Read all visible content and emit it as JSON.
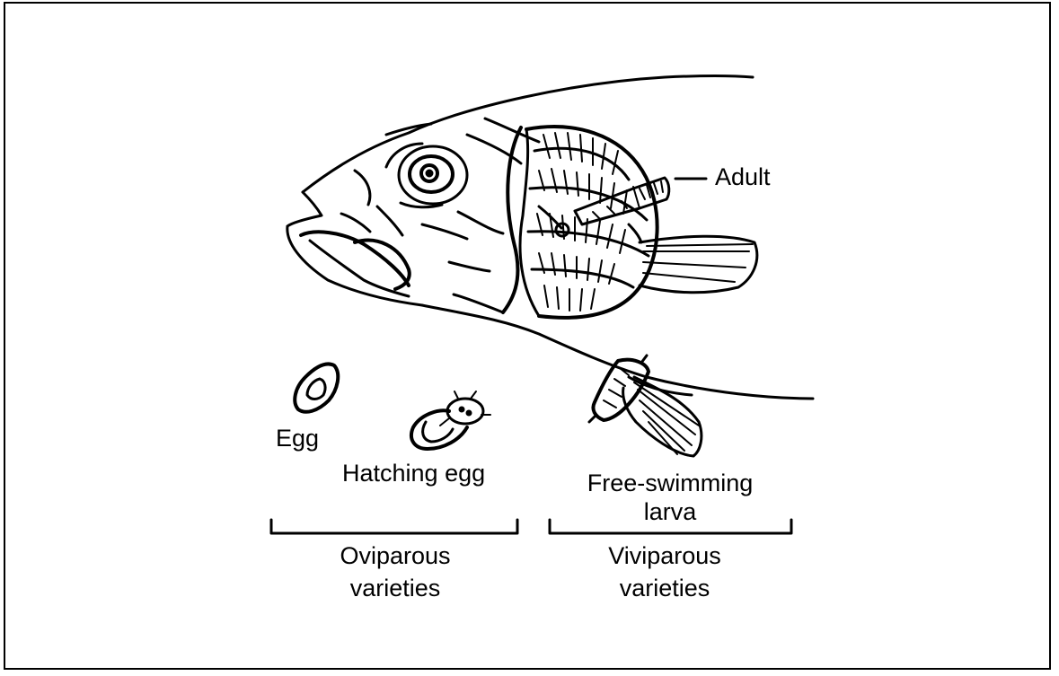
{
  "labels": {
    "adult": "Adult",
    "egg": "Egg",
    "hatching_egg": "Hatching egg",
    "free_swimming_larva_line1": "Free-swimming",
    "free_swimming_larva_line2": "larva",
    "oviparous_line1": "Oviparous",
    "oviparous_line2": "varieties",
    "viviparous_line1": "Viviparous",
    "viviparous_line2": "varieties"
  },
  "colors": {
    "ink": "#000000",
    "background": "#ffffff"
  }
}
